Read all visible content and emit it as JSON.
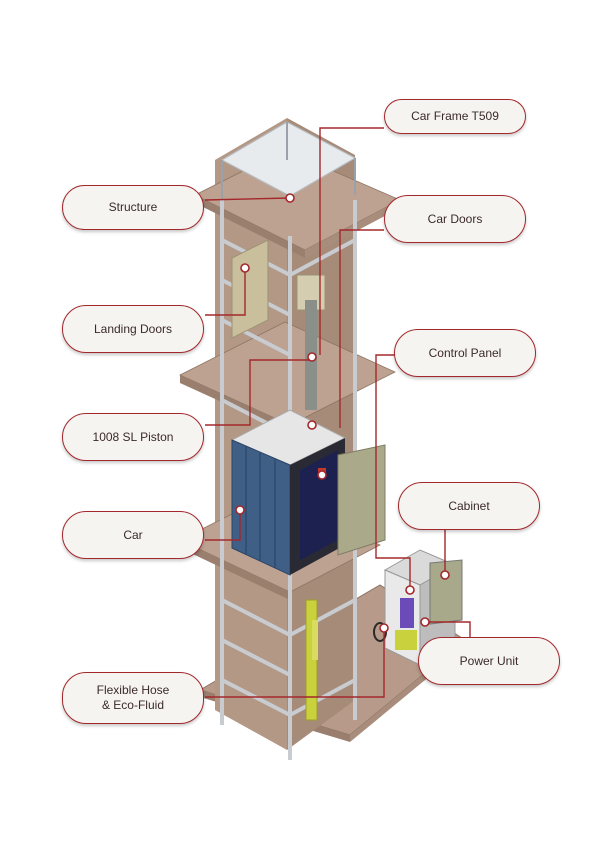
{
  "colors": {
    "accent": "#a3282c",
    "concrete": "#b79a89",
    "frame": "#c8ccd0",
    "car_panel": "#3f5f86",
    "piston": "#c9d13c",
    "cabinet": "#a7a98a"
  },
  "callouts": [
    {
      "id": "car-frame",
      "label": "Car Frame T509"
    },
    {
      "id": "structure",
      "label": "Structure"
    },
    {
      "id": "car-doors",
      "label": "Car Doors"
    },
    {
      "id": "landing-doors",
      "label": "Landing Doors"
    },
    {
      "id": "control-panel",
      "label": "Control Panel"
    },
    {
      "id": "piston",
      "label": "1008 SL Piston"
    },
    {
      "id": "cabinet",
      "label": "Cabinet"
    },
    {
      "id": "car",
      "label": "Car"
    },
    {
      "id": "power-unit",
      "label": "Power Unit"
    },
    {
      "id": "hose",
      "label": "Flexible Hose\n& Eco-Fluid"
    }
  ]
}
